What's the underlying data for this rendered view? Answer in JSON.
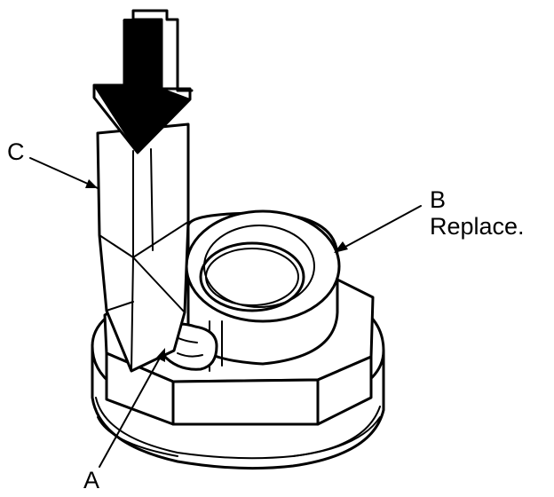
{
  "labels": {
    "c": "C",
    "b": "B",
    "b_note": "Replace.",
    "a": "A"
  },
  "colors": {
    "line": "#000000",
    "background": "#ffffff"
  }
}
